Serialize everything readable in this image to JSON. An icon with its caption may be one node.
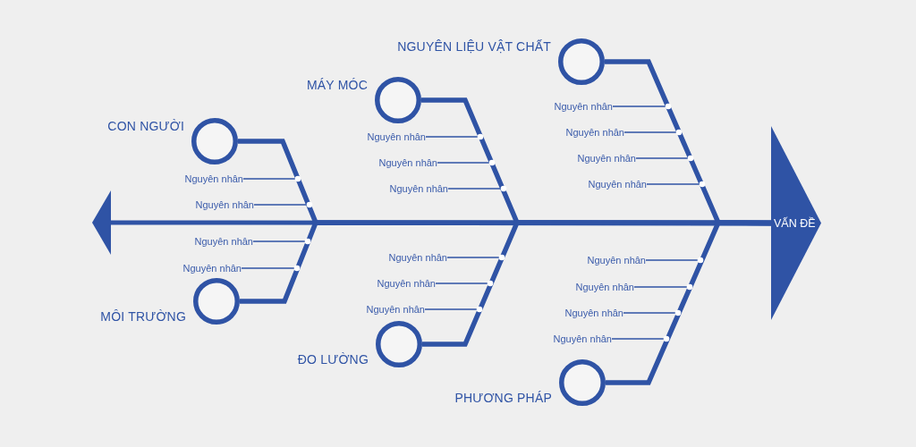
{
  "diagram": {
    "nodes": [
      {
        "text": [
          "CON NGƯỜI"
        ]
      },
      {
        "text": [
          "Nguyên nhân"
        ]
      },
      {
        "text": [
          "Nguyên nhân"
        ]
      },
      {
        "text": [
          "Nguyên nhân"
        ]
      },
      {
        "text": [
          "Nguyên nhân"
        ]
      },
      {
        "text": [
          "MÔI TRƯỜNG"
        ]
      },
      {
        "text": [
          "MÁY MÓC"
        ]
      },
      {
        "text": [
          "Nguyên nhân"
        ]
      },
      {
        "text": [
          "Nguyên nhân"
        ]
      },
      {
        "text": [
          "Nguyên nhân"
        ]
      },
      {
        "text": [
          "Nguyên nhân"
        ]
      },
      {
        "text": [
          "Nguyên nhân"
        ]
      },
      {
        "text": [
          "Nguyên nhân"
        ]
      },
      {
        "text": [
          "ĐO LƯỜNG"
        ]
      },
      {
        "text": [
          "NGUYÊN LIỆU VẬT CHẤT"
        ]
      },
      {
        "text": [
          "Nguyên nhân"
        ]
      },
      {
        "text": [
          "Nguyên nhân"
        ]
      },
      {
        "text": [
          "Nguyên nhân"
        ]
      },
      {
        "text": [
          "Nguyên nhân"
        ]
      },
      {
        "text": [
          "Nguyên nhân"
        ]
      },
      {
        "text": [
          "Nguyên nhân"
        ]
      },
      {
        "text": [
          "Nguyên nhân"
        ]
      },
      {
        "text": [
          "Nguyên nhân"
        ]
      },
      {
        "text": [
          "PHƯƠNG PHÁP"
        ]
      },
      {
        "text": [
          "VẤN ĐỀ"
        ]
      }
    ],
    "edges": [
      {
        "from": 0,
        "to": 24,
        "arrow": "none",
        "style": "thick"
      },
      {
        "from": 5,
        "to": 24,
        "arrow": "none",
        "style": "thick"
      },
      {
        "from": 6,
        "to": 24,
        "arrow": "none",
        "style": "thick"
      },
      {
        "from": 13,
        "to": 24,
        "arrow": "none",
        "style": "thick"
      },
      {
        "from": 14,
        "to": 24,
        "arrow": "none",
        "style": "thick"
      },
      {
        "from": 23,
        "to": 24,
        "arrow": "none",
        "style": "thick"
      },
      {
        "from": 24,
        "to": null,
        "arrow": "to",
        "style": "thick"
      },
      {
        "from": 1,
        "to": null,
        "arrow": "other"
      },
      {
        "from": 2,
        "to": null,
        "arrow": "other"
      },
      {
        "from": 3,
        "to": null,
        "arrow": "other"
      },
      {
        "from": 4,
        "to": null,
        "arrow": "other"
      },
      {
        "from": 7,
        "to": null,
        "arrow": "other"
      },
      {
        "from": 8,
        "to": null,
        "arrow": "other"
      },
      {
        "from": 9,
        "to": null,
        "arrow": "other"
      },
      {
        "from": 10,
        "to": null,
        "arrow": "other"
      },
      {
        "from": 11,
        "to": null,
        "arrow": "other"
      },
      {
        "from": 12,
        "to": null,
        "arrow": "other"
      },
      {
        "from": 15,
        "to": null,
        "arrow": "other"
      },
      {
        "from": 16,
        "to": null,
        "arrow": "other"
      },
      {
        "from": 17,
        "to": null,
        "arrow": "other"
      },
      {
        "from": 18,
        "to": null,
        "arrow": "other"
      },
      {
        "from": 19,
        "to": null,
        "arrow": "other"
      },
      {
        "from": 20,
        "to": null,
        "arrow": "other"
      },
      {
        "from": 21,
        "to": null,
        "arrow": "other"
      },
      {
        "from": 22,
        "to": null,
        "arrow": "other"
      }
    ]
  }
}
